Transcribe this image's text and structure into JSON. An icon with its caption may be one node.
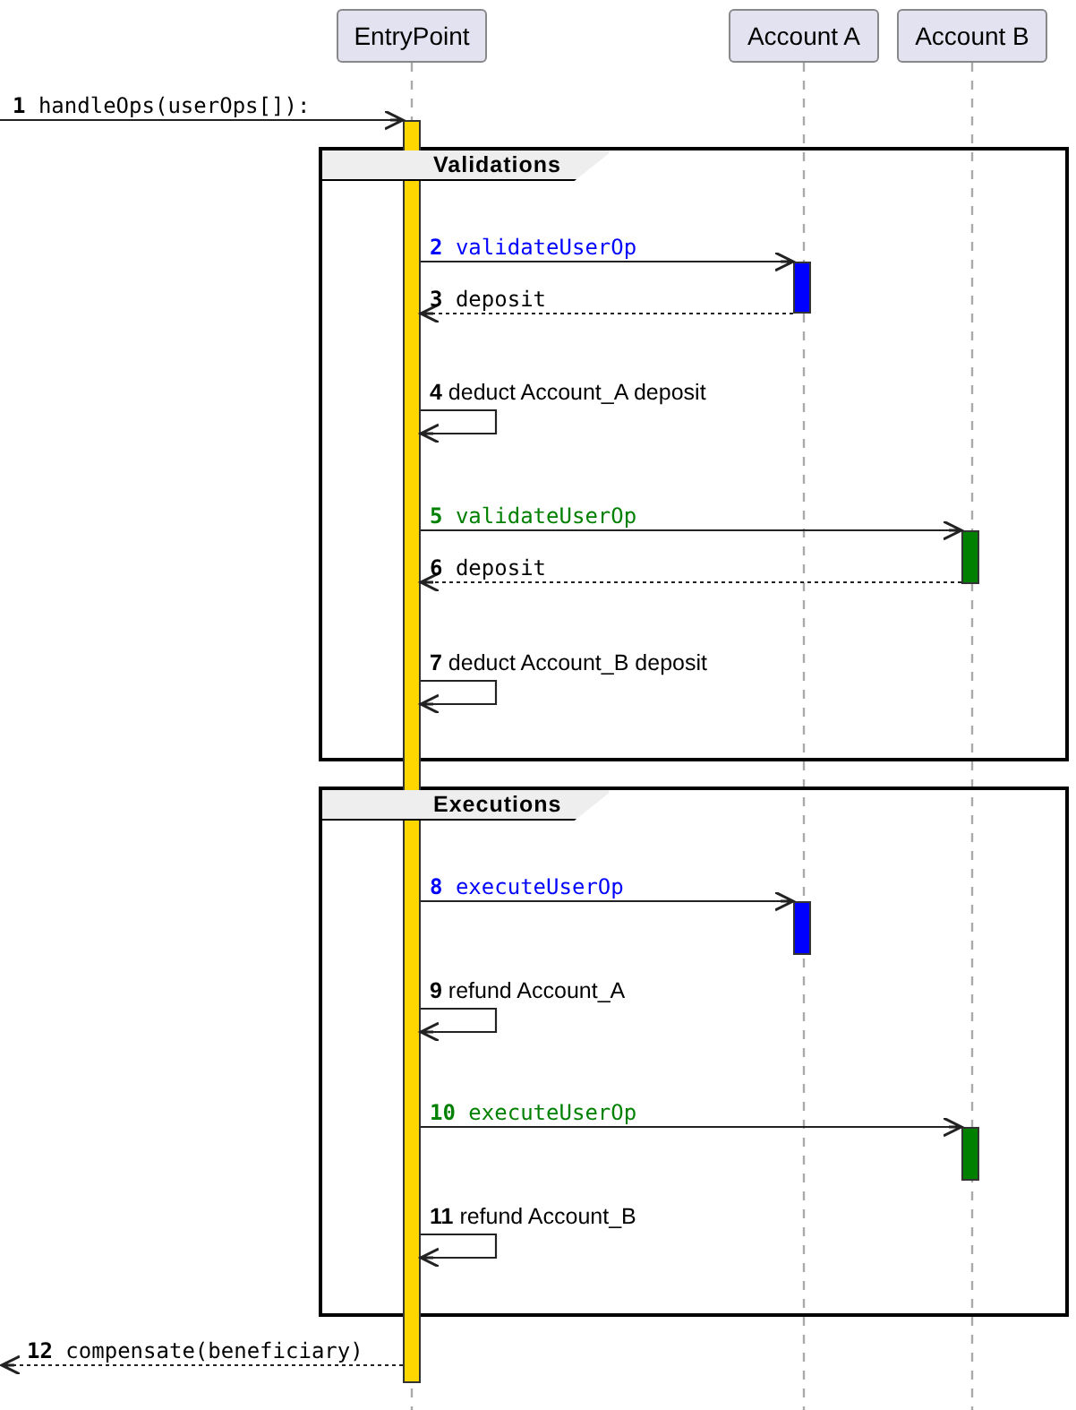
{
  "diagram": {
    "nodes": [
      {
        "text": [
          "EntryPoint"
        ]
      },
      {
        "text": [
          "Account A"
        ]
      },
      {
        "text": [
          "Account B"
        ]
      },
      {
        "text": [
          "Validations"
        ]
      },
      {
        "text": [
          "Executions"
        ]
      },
      {
        "text": [],
        "shape": "bar"
      },
      {
        "text": [],
        "shape": "bar",
        "in": 3
      },
      {
        "text": [],
        "shape": "bar",
        "in": 3
      },
      {
        "text": [],
        "shape": "bar",
        "in": 4
      },
      {
        "text": [],
        "shape": "bar",
        "in": 4
      }
    ],
    "edges": [
      {
        "from": null,
        "to": 5,
        "arrow": "to",
        "label": "**1** handleOps(userOps[]):"
      },
      {
        "from": 5,
        "to": 6,
        "arrow": "to",
        "label": "**2** validateUserOp"
      },
      {
        "from": 6,
        "to": 5,
        "arrow": "to",
        "label": "**3** deposit",
        "style": "dashed"
      },
      {
        "from": 5,
        "to": 5,
        "arrow": "to",
        "label": "**4** deduct Account_A deposit"
      },
      {
        "from": 5,
        "to": 7,
        "arrow": "to",
        "label": "**5** validateUserOp"
      },
      {
        "from": 7,
        "to": 5,
        "arrow": "to",
        "label": "**6** deposit",
        "style": "dashed"
      },
      {
        "from": 5,
        "to": 5,
        "arrow": "to",
        "label": "**7** deduct Account_B deposit"
      },
      {
        "from": 5,
        "to": 8,
        "arrow": "to",
        "label": "**8** executeUserOp"
      },
      {
        "from": 5,
        "to": 5,
        "arrow": "to",
        "label": "**9** refund Account_A"
      },
      {
        "from": 5,
        "to": 9,
        "arrow": "to",
        "label": "**10** executeUserOp"
      },
      {
        "from": 5,
        "to": 5,
        "arrow": "to",
        "label": "**11** refund Account_B"
      },
      {
        "from": 5,
        "to": null,
        "arrow": "to",
        "label": "**12** compensate(beneficiary)",
        "style": "dashed"
      }
    ]
  }
}
